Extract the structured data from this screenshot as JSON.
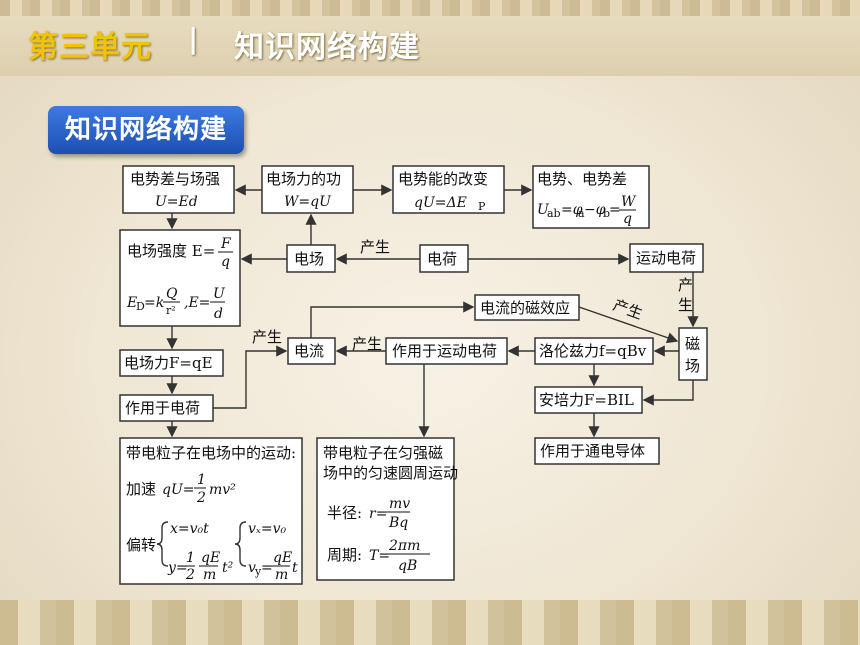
{
  "header": {
    "unit": "第三单元",
    "separator": "|",
    "title": "知识网络构建"
  },
  "badge": {
    "label": "知识网络构建"
  },
  "nodes": {
    "potential_diff_field": {
      "line1": "电势差与场强",
      "line2": "U=Ed"
    },
    "field_force_work": {
      "line1": "电场力的功",
      "line2": "W=qU"
    },
    "potential_energy_change": {
      "line1": "电势能的改变",
      "line2": "qU=ΔE",
      "line2_sub": "P"
    },
    "potential": {
      "line1": "电势、电势差",
      "formula_lhs": "U",
      "formula_lhs_sub": "ab",
      "formula_mid": "=φ",
      "formula_mid_sub_a": "a",
      "formula_minus": "−φ",
      "formula_mid_sub_b": "b",
      "formula_eq": "=",
      "frac_num": "W",
      "frac_den": "q"
    },
    "field_strength": {
      "line1": "电场强度 E=",
      "frac1_num": "F",
      "frac1_den": "q",
      "line2_lhs": "E",
      "line2_lhs_sub": "D",
      "line2_mid": "=k",
      "frac2_num": "Q",
      "frac2_den": "r²",
      "line2_sep": ",E=",
      "frac3_num": "U",
      "frac3_den": "d"
    },
    "electric_field": {
      "label": "电场"
    },
    "charge": {
      "label": "电荷"
    },
    "moving_charge": {
      "label": "运动电荷"
    },
    "magnetic_effect": {
      "label": "电流的磁效应"
    },
    "magnetic_field": {
      "line1": "磁",
      "line2": "场"
    },
    "current": {
      "label": "电流"
    },
    "acts_on_moving_charge": {
      "label": "作用于运动电荷"
    },
    "lorentz_force": {
      "label": "洛伦兹力f=qBv"
    },
    "field_force": {
      "label": "电场力F=qE"
    },
    "acts_on_charge": {
      "label": "作用于电荷"
    },
    "ampere_force": {
      "label": "安培力F=BIL"
    },
    "acts_on_conductor": {
      "label": "作用于通电导体"
    },
    "motion_in_field": {
      "title": "带电粒子在电场中的运动:",
      "accel_label": "加速",
      "accel_formula_lhs": "qU=",
      "accel_frac_num": "1",
      "accel_frac_den": "2",
      "accel_formula_rhs": "mv²",
      "deflect_label": "偏转",
      "deflect_x": "x=v₀t",
      "deflect_y_lhs": "y=",
      "deflect_y_frac1_num": "1",
      "deflect_y_frac1_den": "2",
      "deflect_y_frac2_num": "qE",
      "deflect_y_frac2_den": "m",
      "deflect_y_rhs": "t²",
      "deflect_vx": "vₓ=v₀",
      "deflect_vy_lhs": "v",
      "deflect_vy_sub": "y",
      "deflect_vy_eq": "=",
      "deflect_vy_frac_num": "qE",
      "deflect_vy_frac_den": "m",
      "deflect_vy_rhs": "t"
    },
    "circular_motion": {
      "title1": "带电粒子在匀强磁",
      "title2": "场中的匀速圆周运动",
      "radius_label": "半径:",
      "radius_lhs": "r=",
      "radius_num": "mv",
      "radius_den": "Bq",
      "period_label": "周期:",
      "period_lhs": "T=",
      "period_num": "2πm",
      "period_den": "qB"
    }
  },
  "edge_labels": {
    "charge_to_field": "产生",
    "moving_charge_to_magnetic": "产生",
    "effect_to_magnetic": "产生",
    "field_force_to_current": "产生",
    "acts_to_current": "产生"
  }
}
